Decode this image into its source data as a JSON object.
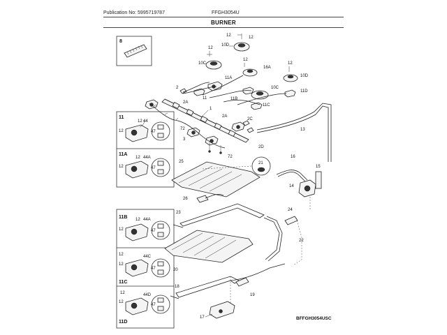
{
  "header": {
    "publication": "Publication No: 5995719787",
    "model": "FFGH3054U",
    "title": "BURNER"
  },
  "footer": {
    "code": "BFFGH3054USC"
  },
  "callouts": {
    "c8": "8",
    "c12a": "12",
    "c12b": "12",
    "c10D_top": "10D",
    "c12c": "12",
    "c10C": "10C",
    "c16A": "16A",
    "c12d": "12",
    "c11A": "11A",
    "c12e": "12",
    "c10D_right": "10D",
    "c11D": "11D",
    "c2": "2",
    "c2A": "2A",
    "c11": "11",
    "c10C_b": "10C",
    "c11B": "11B",
    "c1": "1",
    "c11C": "11C",
    "c2A_b": "2A",
    "c2C": "2C",
    "c72a": "72",
    "c3": "3",
    "c13": "13",
    "c2D": "2D",
    "c72b": "72",
    "c16": "16",
    "c25": "25",
    "c21": "21",
    "c15": "15",
    "c14": "14",
    "c26": "26",
    "c23": "23",
    "c24": "24",
    "c22": "22",
    "c20": "20",
    "c18": "18",
    "c19": "19",
    "c17": "17"
  },
  "insets": {
    "i11": {
      "label": "11",
      "c12": "12",
      "c44": "44",
      "c12b": "12",
      "c47": "47"
    },
    "i11A": {
      "label": "11A",
      "c12": "12",
      "c44": "44A",
      "c12b": "12",
      "c47": "47"
    },
    "i11B": {
      "label": "11B",
      "c12": "12",
      "c44": "44A",
      "c12b": "12",
      "c47": "47"
    },
    "i11C": {
      "label": "11C",
      "c12": "12",
      "c44": "44C",
      "c12b": "12",
      "c47": "47"
    },
    "i11D": {
      "label": "11D",
      "c12": "12",
      "c44": "44D",
      "c12b": "12",
      "c47": "47"
    }
  }
}
